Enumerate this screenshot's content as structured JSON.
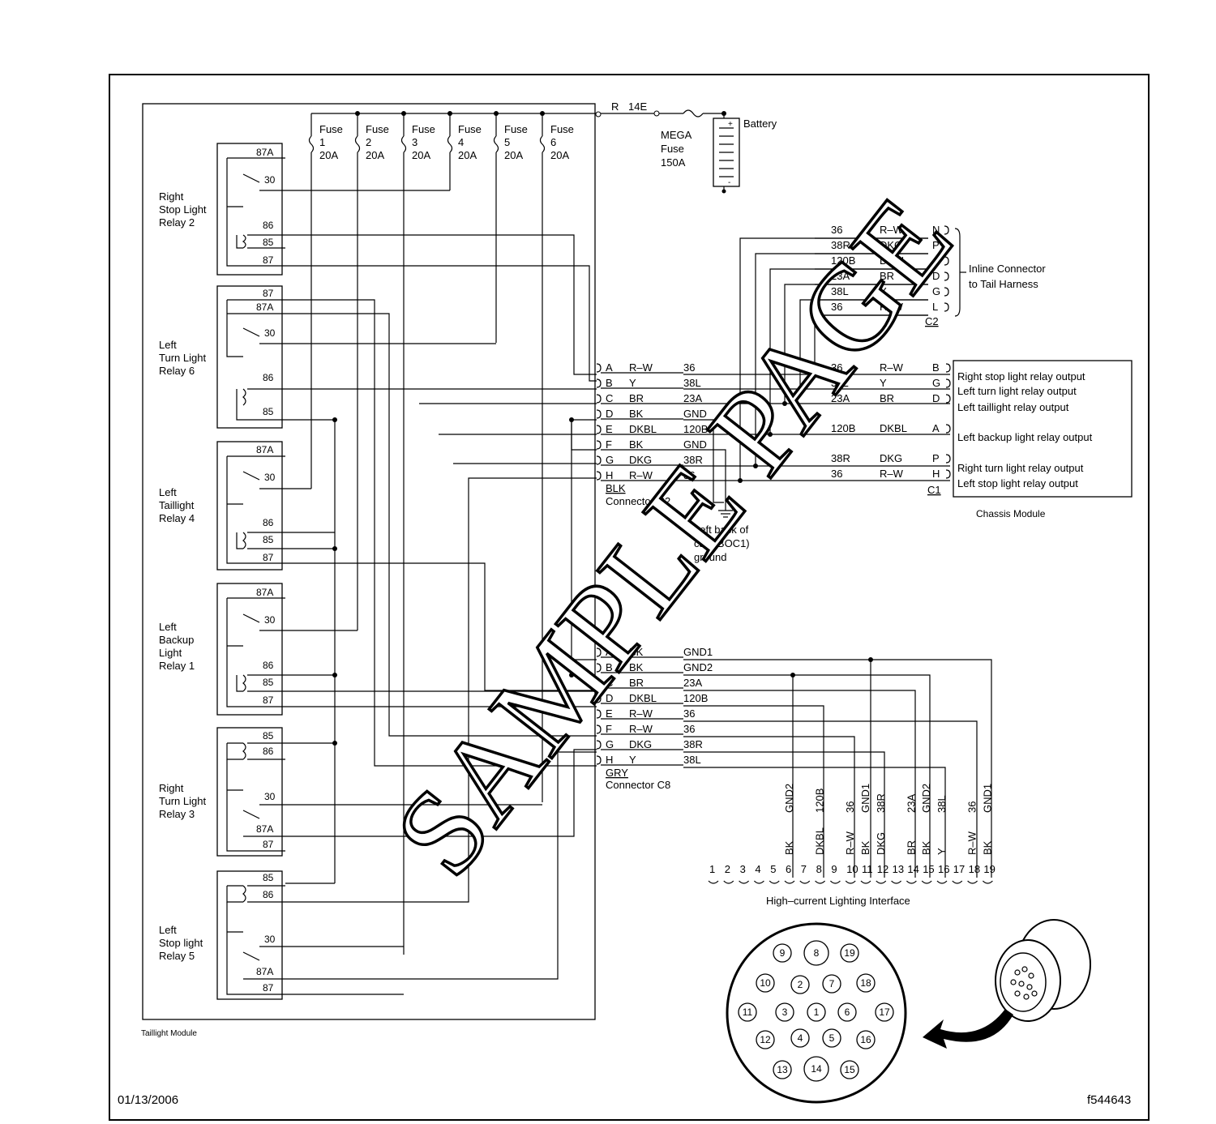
{
  "battery": {
    "label": "Battery",
    "feed_color": "R",
    "feed_circuit": "14E"
  },
  "mega_fuse": {
    "line1": "MEGA",
    "line2": "Fuse",
    "line3": "150A"
  },
  "fuses": [
    {
      "name": "Fuse",
      "num": "1",
      "rating": "20A"
    },
    {
      "name": "Fuse",
      "num": "2",
      "rating": "20A"
    },
    {
      "name": "Fuse",
      "num": "3",
      "rating": "20A"
    },
    {
      "name": "Fuse",
      "num": "4",
      "rating": "20A"
    },
    {
      "name": "Fuse",
      "num": "5",
      "rating": "20A"
    },
    {
      "name": "Fuse",
      "num": "6",
      "rating": "20A"
    }
  ],
  "relays": [
    {
      "name": [
        "Right",
        "Stop Light",
        "Relay 2"
      ],
      "pins": [
        "87A",
        "30",
        "86",
        "85",
        "87"
      ]
    },
    {
      "name": [
        "Left",
        "Turn Light",
        "Relay 6"
      ],
      "pins": [
        "87",
        "87A",
        "30",
        "86",
        "85"
      ]
    },
    {
      "name": [
        "Left",
        "Taillight",
        "Relay 4"
      ],
      "pins": [
        "87A",
        "30",
        "86",
        "85",
        "87"
      ]
    },
    {
      "name": [
        "Left",
        "Backup",
        "Light",
        "Relay 1"
      ],
      "pins": [
        "87A",
        "30",
        "86",
        "85",
        "87"
      ]
    },
    {
      "name": [
        "Right",
        "Turn Light",
        "Relay 3"
      ],
      "pins": [
        "85",
        "86",
        "30",
        "87A",
        "87"
      ]
    },
    {
      "name": [
        "Left",
        "Stop light",
        "Relay 5"
      ],
      "pins": [
        "85",
        "86",
        "30",
        "87A",
        "87"
      ]
    }
  ],
  "taillight_module_label": "Taillight Module",
  "connector_c2": {
    "name_color": "BLK",
    "name": "Connector C2",
    "rows": [
      [
        "A",
        "R–W",
        "36"
      ],
      [
        "B",
        "Y",
        "38L"
      ],
      [
        "C",
        "BR",
        "23A"
      ],
      [
        "D",
        "BK",
        "GND"
      ],
      [
        "E",
        "DKBL",
        "120B"
      ],
      [
        "F",
        "BK",
        "GND"
      ],
      [
        "G",
        "DKG",
        "38R"
      ],
      [
        "H",
        "R–W",
        "36"
      ]
    ]
  },
  "connector_c8": {
    "name_color": "GRY",
    "name": "Connector C8",
    "rows": [
      [
        "A",
        "BK",
        "GND1"
      ],
      [
        "B",
        "BK",
        "GND2"
      ],
      [
        "C",
        "BR",
        "23A"
      ],
      [
        "D",
        "DKBL",
        "120B"
      ],
      [
        "E",
        "R–W",
        "36"
      ],
      [
        "F",
        "R–W",
        "36"
      ],
      [
        "G",
        "DKG",
        "38R"
      ],
      [
        "H",
        "Y",
        "38L"
      ]
    ]
  },
  "ground_label": [
    "Left back of",
    "cab (BOC1)",
    "ground"
  ],
  "inline_connector": {
    "label": [
      "Inline Connector",
      "to Tail Harness"
    ],
    "name": "C2",
    "rows": [
      [
        "36",
        "R–W",
        "N"
      ],
      [
        "38R",
        "DKG",
        "P"
      ],
      [
        "120B",
        "DKBL",
        "A"
      ],
      [
        "23A",
        "BR",
        "D"
      ],
      [
        "38L",
        "Y",
        "G"
      ],
      [
        "36",
        "R–W",
        "L"
      ]
    ]
  },
  "chassis_module": {
    "label": "Chassis Module",
    "name": "C1",
    "rows": [
      [
        "36",
        "R–W",
        "B"
      ],
      [
        "38L",
        "Y",
        "G"
      ],
      [
        "23A",
        "BR",
        "D"
      ],
      [
        "120B",
        "DKBL",
        "A"
      ],
      [
        "38R",
        "DKG",
        "P"
      ],
      [
        "36",
        "R–W",
        "H"
      ]
    ],
    "outputs": [
      "Right stop light relay output",
      "Left turn light relay output",
      "Left taillight relay output",
      "Left backup light relay output",
      "Right turn light relay output",
      "Left stop light relay output"
    ]
  },
  "hcli": {
    "label": "High–current Lighting Interface",
    "pin_numbers": [
      "1",
      "2",
      "3",
      "4",
      "5",
      "6",
      "7",
      "8",
      "9",
      "10",
      "11",
      "12",
      "13",
      "14",
      "15",
      "16",
      "17",
      "18",
      "19"
    ],
    "wires": [
      {
        "pin": "6",
        "color": "BK",
        "circuit": "GND2"
      },
      {
        "pin": "8",
        "color": "DKBL",
        "circuit": "120B"
      },
      {
        "pin": "10",
        "color": "R–W",
        "circuit": "36"
      },
      {
        "pin": "11",
        "color": "BK",
        "circuit": "GND1"
      },
      {
        "pin": "12",
        "color": "DKG",
        "circuit": "38R"
      },
      {
        "pin": "14",
        "color": "BR",
        "circuit": "23A"
      },
      {
        "pin": "15",
        "color": "BK",
        "circuit": "GND2"
      },
      {
        "pin": "16",
        "color": "Y",
        "circuit": "38L"
      },
      {
        "pin": "18",
        "color": "R–W",
        "circuit": "36"
      },
      {
        "pin": "19",
        "color": "BK",
        "circuit": "GND1"
      }
    ]
  },
  "pinout_face": [
    "9",
    "8",
    "19",
    "10",
    "2",
    "7",
    "18",
    "11",
    "3",
    "1",
    "6",
    "17",
    "12",
    "4",
    "5",
    "16",
    "13",
    "14",
    "15"
  ],
  "date": "01/13/2006",
  "figure_id": "f544643",
  "watermark": "SAMPLE PAGE"
}
